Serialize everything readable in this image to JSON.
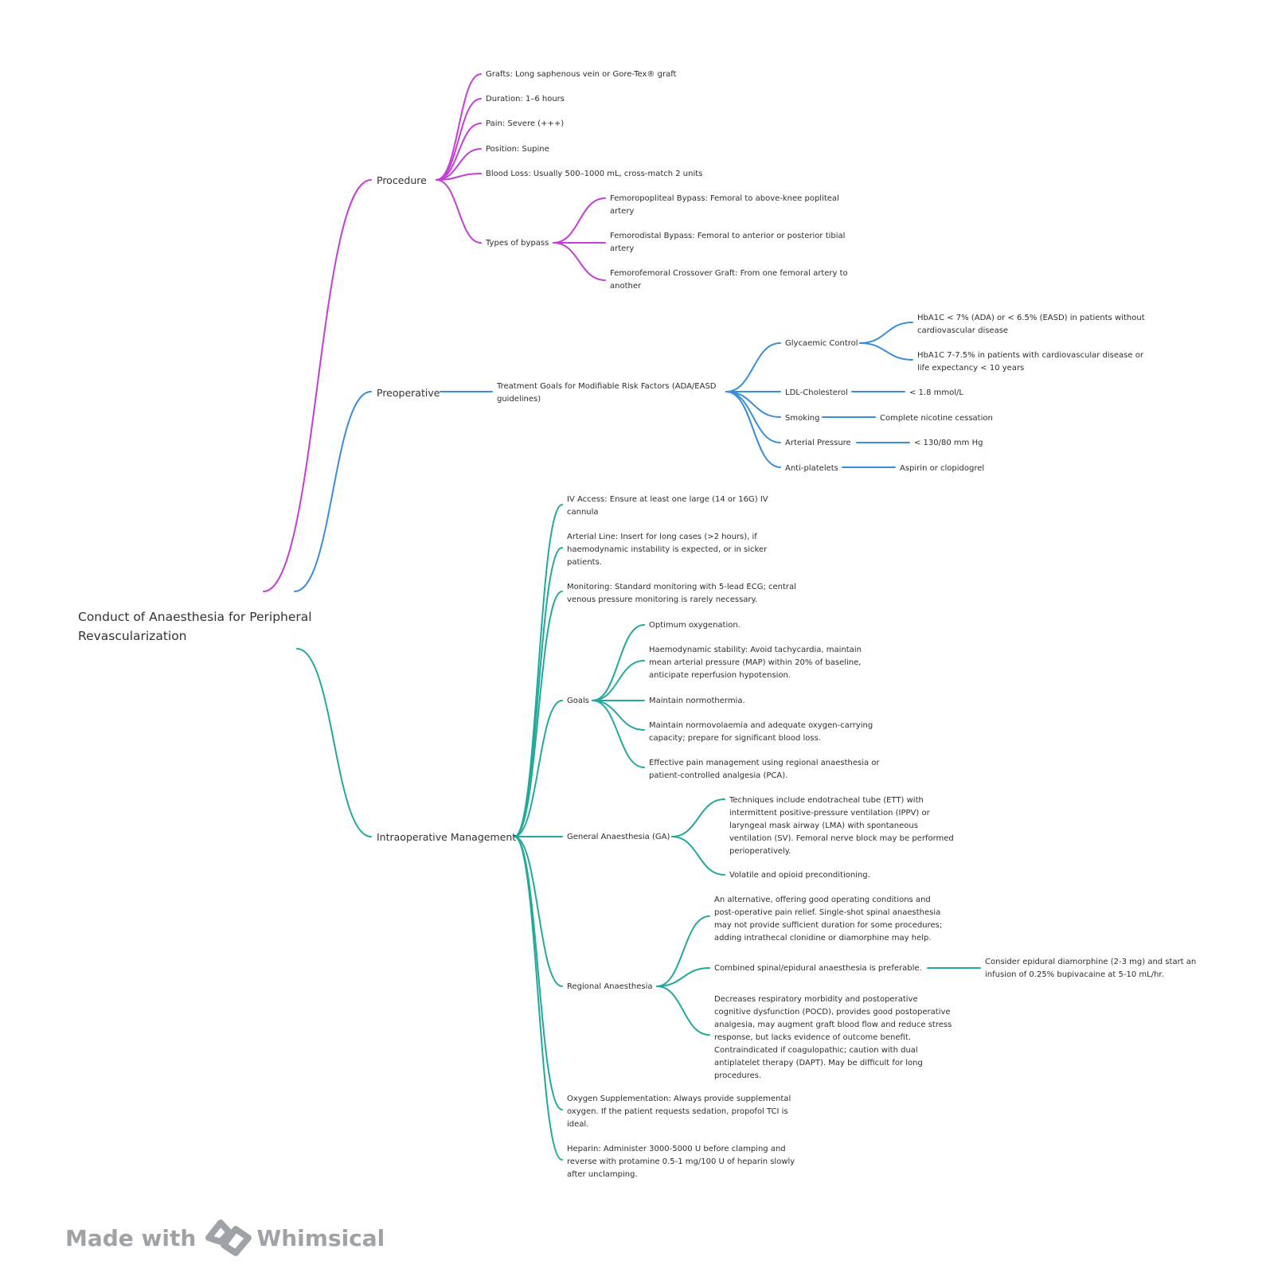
{
  "colors": {
    "procedure": "#c43fd4",
    "preoperative": "#3a8ed9",
    "intraoperative": "#22a99c",
    "text": "#2e2e2e",
    "logo": "#9fa3a7"
  },
  "root": "Conduct of Anaesthesia for Peripheral Revascularization",
  "procedure": {
    "label": "Procedure",
    "grafts": "Grafts: Long saphenous vein or Gore-Tex® graft",
    "duration": "Duration: 1–6 hours",
    "pain": "Pain: Severe (+++)",
    "position": "Position: Supine",
    "blood_loss": "Blood Loss: Usually 500–1000 mL, cross-match 2 units",
    "types": {
      "label": "Types of bypass",
      "femoropopliteal": "Femoropopliteal Bypass: Femoral to above-knee popliteal artery",
      "femorodistal": "Femorodistal Bypass: Femoral to anterior or posterior tibial artery",
      "femorofemoral": "Femorofemoral Crossover Graft: From one femoral artery to another"
    }
  },
  "preoperative": {
    "label": "Preoperative",
    "treatment_goals": "Treatment Goals for Modifiable Risk Factors (ADA/EASD guidelines)",
    "glycaemic": {
      "label": "Glycaemic Control",
      "hba1c_no_cvd": "HbA1C < 7% (ADA) or < 6.5% (EASD) in patients without cardiovascular disease",
      "hba1c_cvd": "HbA1C 7-7.5% in patients with cardiovascular disease or life expectancy < 10 years"
    },
    "ldl": {
      "label": "LDL-Cholesterol",
      "value": "< 1.8 mmol/L"
    },
    "smoking": {
      "label": "Smoking",
      "value": "Complete nicotine cessation"
    },
    "arterial_pressure": {
      "label": "Arterial Pressure",
      "value": "< 130/80 mm Hg"
    },
    "antiplatelets": {
      "label": "Anti-platelets",
      "value": "Aspirin or clopidogrel"
    }
  },
  "intraoperative": {
    "label": "Intraoperative Management",
    "iv_access": "IV Access: Ensure at least one large (14 or 16G) IV cannula",
    "arterial_line": "Arterial Line: Insert for long cases (>2 hours), if haemodynamic instability is expected, or in sicker patients.",
    "monitoring": "Monitoring: Standard monitoring with 5-lead ECG; central venous pressure monitoring is rarely necessary.",
    "goals": {
      "label": "Goals",
      "oxygenation": "Optimum oxygenation.",
      "haemodynamic": "Haemodynamic stability: Avoid tachycardia, maintain mean arterial pressure (MAP) within 20% of baseline, anticipate reperfusion hypotension.",
      "normothermia": "Maintain normothermia.",
      "normovolaemia": "Maintain normovolaemia and adequate oxygen-carrying capacity; prepare for significant blood loss.",
      "pain": "Effective pain management using regional anaesthesia or patient-controlled analgesia (PCA)."
    },
    "ga": {
      "label": "General Anaesthesia (GA)",
      "techniques": "Techniques include endotracheal tube (ETT) with intermittent positive-pressure ventilation (IPPV) or laryngeal mask airway (LMA) with spontaneous ventilation (SV). Femoral nerve block may be performed perioperatively.",
      "preconditioning": "Volatile and opioid preconditioning."
    },
    "regional": {
      "label": "Regional Anaesthesia",
      "alternative": "An alternative, offering good operating conditions and post-operative pain relief. Single-shot spinal anaesthesia may not provide sufficient duration for some procedures; adding intrathecal clonidine or diamorphine may help.",
      "combined": "Combined spinal/epidural anaesthesia is preferable.",
      "combined_detail": "Consider epidural diamorphine (2-3 mg) and start an infusion of 0.25% bupivacaine at 5-10 mL/hr.",
      "benefits": "Decreases respiratory morbidity and postoperative cognitive dysfunction (POCD), provides good postoperative analgesia, may augment graft blood flow and reduce stress response, but lacks evidence of outcome benefit. Contraindicated if coagulopathic; caution with dual antiplatelet therapy (DAPT). May be difficult for long procedures."
    },
    "oxygen": "Oxygen Supplementation: Always provide supplemental oxygen. If the patient requests sedation, propofol TCI is ideal.",
    "heparin": "Heparin: Administer 3000-5000 U before clamping and reverse with protamine 0.5-1 mg/100 U of heparin slowly after unclamping."
  },
  "branding": {
    "made_with": "Made with",
    "brand": "Whimsical",
    "logo_icon": "whimsical-logo-icon"
  }
}
